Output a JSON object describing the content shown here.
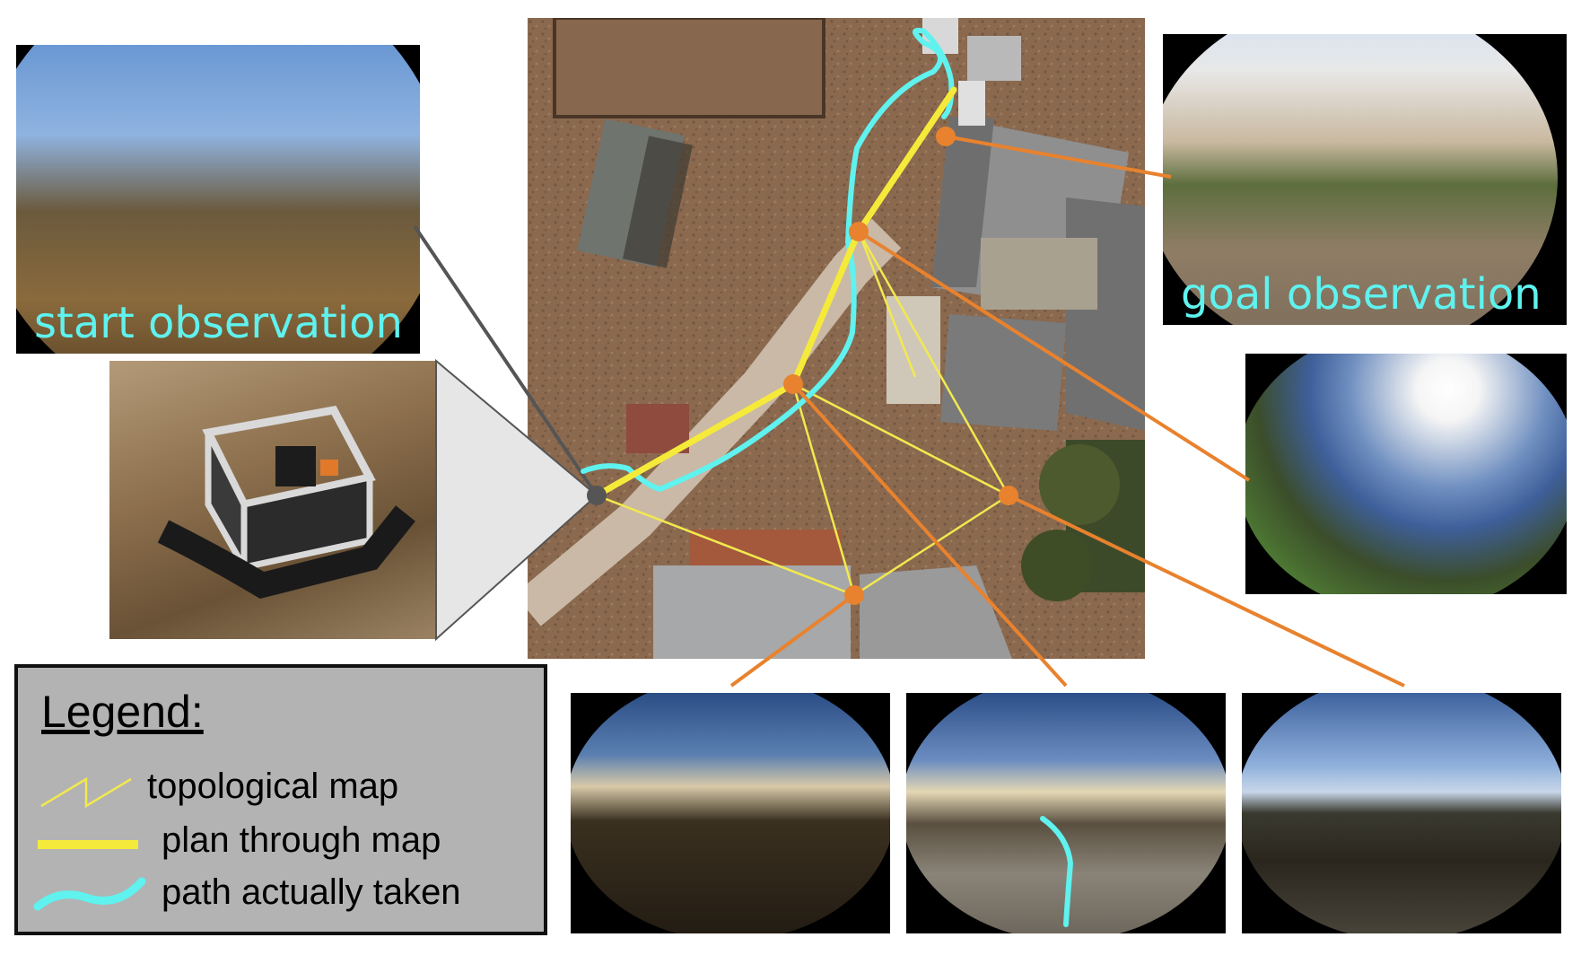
{
  "captions": {
    "start": "start observation",
    "goal": "goal observation"
  },
  "legend": {
    "title": "Legend:",
    "items": [
      {
        "label": "topological map",
        "swatch": "yellow-thin-zigzag"
      },
      {
        "label": "plan through map",
        "swatch": "yellow-thick-line"
      },
      {
        "label": "path actually taken",
        "swatch": "cyan-wavy-line"
      }
    ]
  },
  "colors": {
    "topological_map": "#f2e94e",
    "plan": "#f5ea3a",
    "path": "#5ff2ef",
    "node": "#e8822e",
    "start_node": "#555555",
    "connector": "#e8822e"
  }
}
